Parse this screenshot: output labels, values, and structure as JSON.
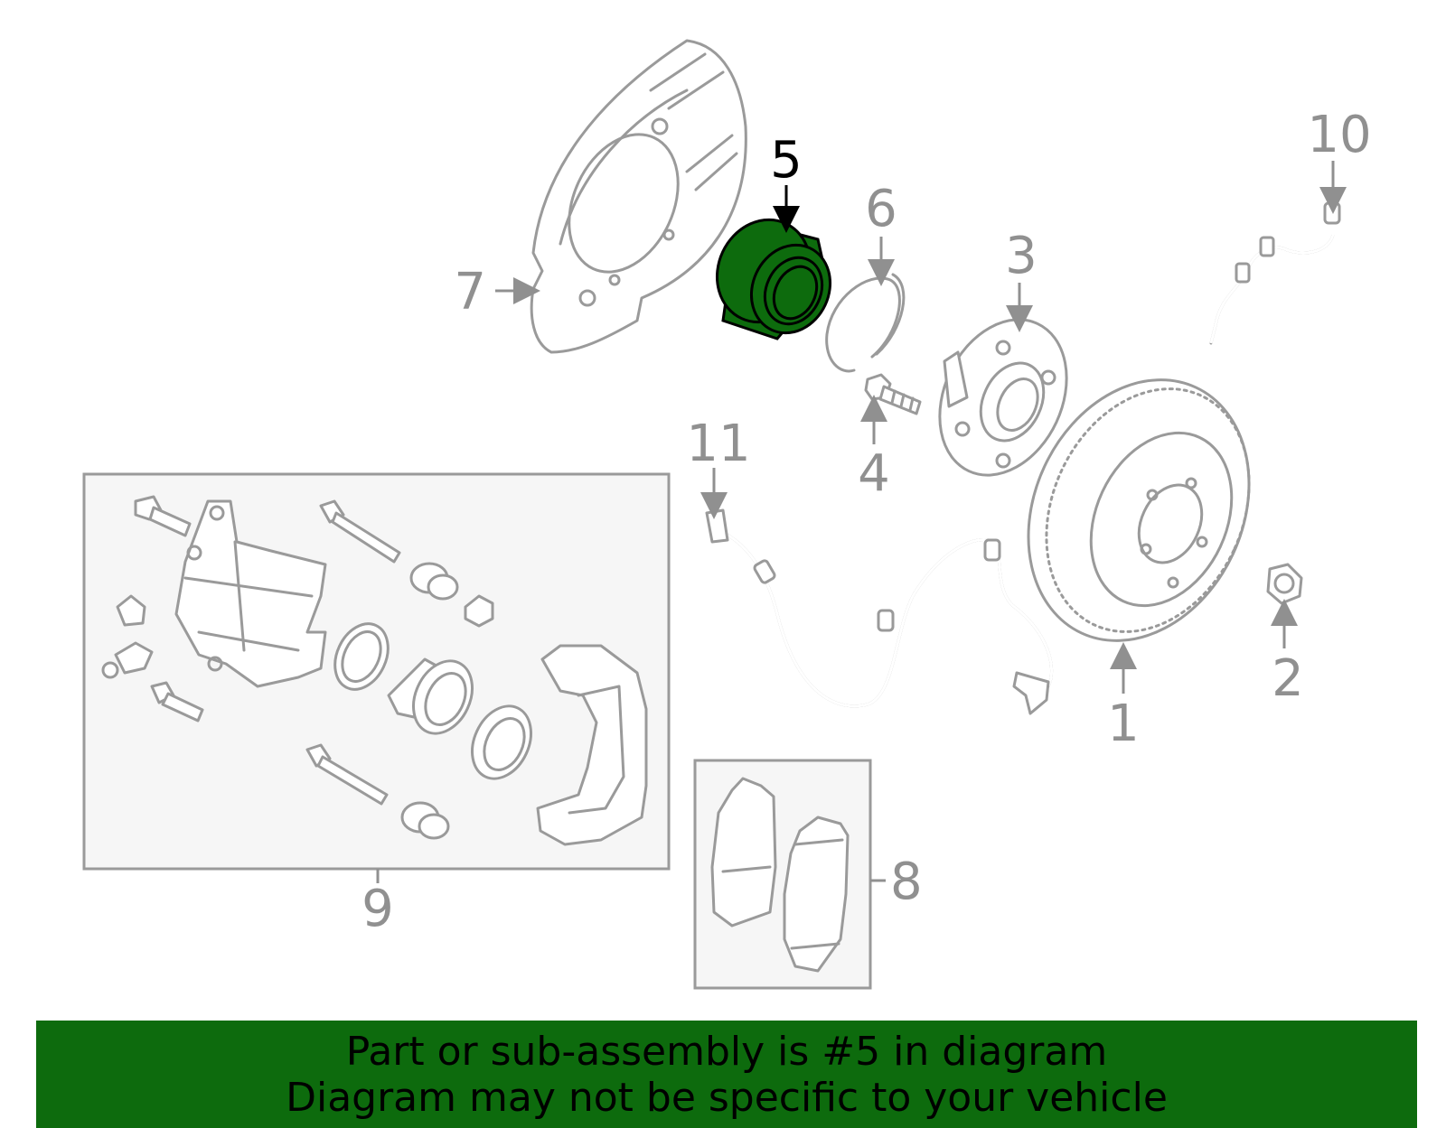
{
  "diagram": {
    "highlight_color": "#0d6b0d",
    "highlighted_part": "5",
    "callouts": [
      "1",
      "2",
      "3",
      "4",
      "5",
      "6",
      "7",
      "8",
      "9",
      "10",
      "11"
    ]
  },
  "banner": {
    "background": "#0d6b0d",
    "line1": "Part or sub-assembly is #5 in diagram",
    "line2": "Diagram may not be specific to your vehicle"
  }
}
